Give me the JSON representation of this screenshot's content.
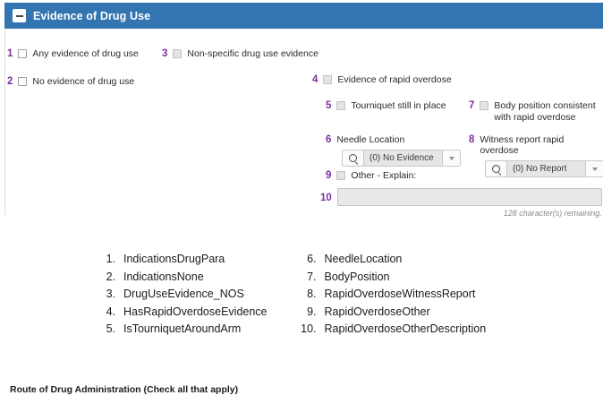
{
  "panel": {
    "title": "Evidence of Drug Use",
    "collapse_icon": "minus-icon"
  },
  "fields": {
    "f1": {
      "number": "1",
      "label": "Any evidence of drug use",
      "state": "enabled"
    },
    "f2": {
      "number": "2",
      "label": "No evidence of drug use",
      "state": "enabled"
    },
    "f3": {
      "number": "3",
      "label": "Non-specific drug use evidence",
      "state": "disabled"
    },
    "f4": {
      "number": "4",
      "label": "Evidence of rapid overdose",
      "state": "disabled"
    },
    "f5": {
      "number": "5",
      "label": "Tourniquet still in place",
      "state": "disabled"
    },
    "f6": {
      "number": "6",
      "label": "Needle Location",
      "value": "(0) No Evidence",
      "search_icon": "magnifier-icon",
      "drop_icon": "chevron-down-icon"
    },
    "f7": {
      "number": "7",
      "label": "Body position consistent with rapid overdose",
      "state": "disabled"
    },
    "f8": {
      "number": "8",
      "label": "Witness report rapid overdose",
      "value": "(0) No Report",
      "search_icon": "magnifier-icon",
      "drop_icon": "chevron-down-icon"
    },
    "f9": {
      "number": "9",
      "label": "Other - Explain:",
      "state": "disabled"
    },
    "f10": {
      "number": "10",
      "value": "",
      "hint": "128 character(s) remaining."
    }
  },
  "legend": {
    "left": [
      {
        "idx": "1.",
        "name": "IndicationsDrugPara"
      },
      {
        "idx": "2.",
        "name": "IndicationsNone"
      },
      {
        "idx": "3.",
        "name": "DrugUseEvidence_NOS"
      },
      {
        "idx": "4.",
        "name": "HasRapidOverdoseEvidence"
      },
      {
        "idx": "5.",
        "name": "IsTourniquetAroundArm"
      }
    ],
    "right": [
      {
        "idx": "6.",
        "name": "NeedleLocation"
      },
      {
        "idx": "7.",
        "name": "BodyPosition"
      },
      {
        "idx": "8.",
        "name": "RapidOverdoseWitnessReport"
      },
      {
        "idx": "9.",
        "name": "RapidOverdoseOther"
      },
      {
        "idx": "10.",
        "name": "RapidOverdoseOtherDescription"
      }
    ]
  },
  "footer": {
    "title": "Route of Drug Administration (Check all that apply)"
  },
  "colors": {
    "header_blue": "#3375b0",
    "annotation_purple": "#7b2f9e",
    "disabled_gray": "#e4e4e4"
  }
}
